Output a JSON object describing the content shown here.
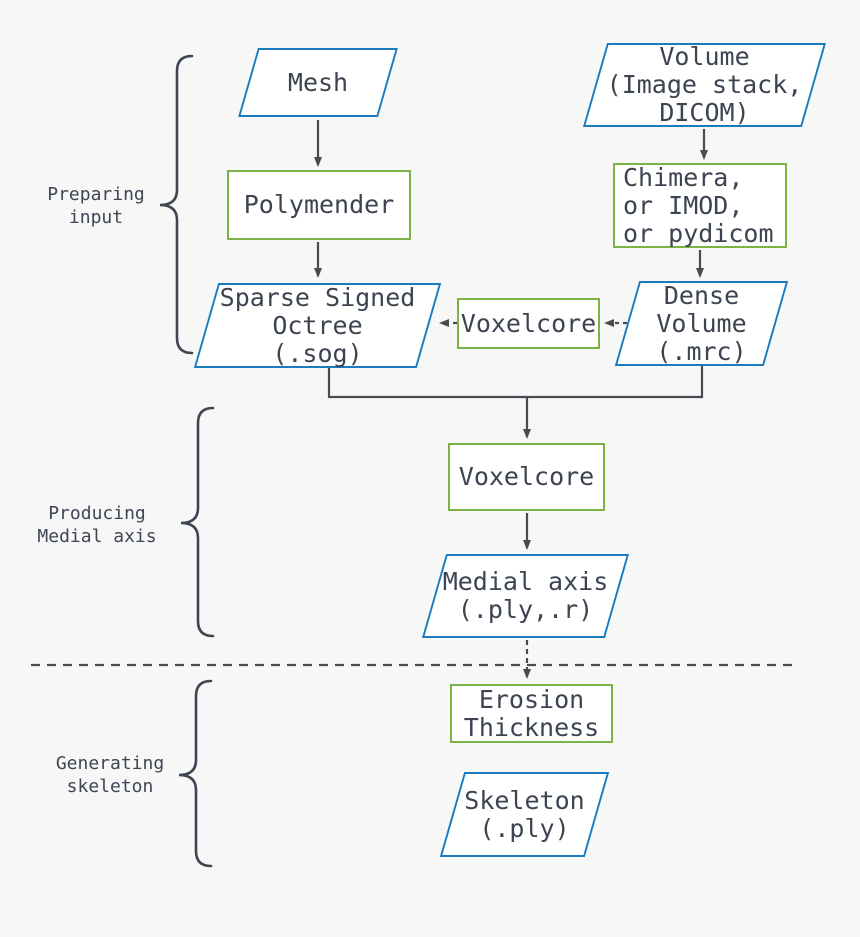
{
  "diagram": {
    "stages": [
      {
        "label": "Preparing\ninput"
      },
      {
        "label": "Producing\nMedial axis"
      },
      {
        "label": "Generating\nskeleton"
      }
    ],
    "nodes": {
      "mesh": {
        "label": "Mesh",
        "kind": "data-parallelogram"
      },
      "volume": {
        "label": "Volume\n(Image stack,\nDICOM)",
        "kind": "data-parallelogram"
      },
      "polymender": {
        "label": "Polymender",
        "kind": "process-rect"
      },
      "chimera": {
        "label": "Chimera,\nor IMOD,\nor pydicom",
        "kind": "process-rect"
      },
      "octree": {
        "label": "Sparse Signed\nOctree\n(.sog)",
        "kind": "data-parallelogram"
      },
      "voxelcore1": {
        "label": "Voxelcore",
        "kind": "process-rect"
      },
      "dense": {
        "label": "Dense\nVolume\n(.mrc)",
        "kind": "data-parallelogram"
      },
      "voxelcore2": {
        "label": "Voxelcore",
        "kind": "process-rect"
      },
      "medial": {
        "label": "Medial axis\n(.ply,.r)",
        "kind": "data-parallelogram"
      },
      "erosion": {
        "label": "Erosion\nThickness",
        "kind": "process-rect"
      },
      "skeleton": {
        "label": "Skeleton\n(.ply)",
        "kind": "data-parallelogram"
      }
    },
    "edges": [
      {
        "from": "mesh",
        "to": "polymender",
        "style": "solid"
      },
      {
        "from": "volume",
        "to": "chimera",
        "style": "solid"
      },
      {
        "from": "polymender",
        "to": "octree",
        "style": "solid"
      },
      {
        "from": "chimera",
        "to": "dense",
        "style": "solid"
      },
      {
        "from": "dense",
        "to": "voxelcore1",
        "style": "dashed"
      },
      {
        "from": "voxelcore1",
        "to": "octree",
        "style": "dashed"
      },
      {
        "from": "octree",
        "to": "voxelcore2",
        "style": "solid-merge"
      },
      {
        "from": "dense",
        "to": "voxelcore2",
        "style": "solid-merge"
      },
      {
        "from": "voxelcore2",
        "to": "medial",
        "style": "solid"
      },
      {
        "from": "medial",
        "to": "erosion",
        "style": "dashed"
      }
    ],
    "separator": {
      "style": "dashed-horizontal"
    },
    "colors": {
      "data_border": "#1a7cbf",
      "process_border": "#7db343",
      "text": "#3d4451",
      "connector": "#474b52",
      "background": "#f7f7f8"
    }
  }
}
